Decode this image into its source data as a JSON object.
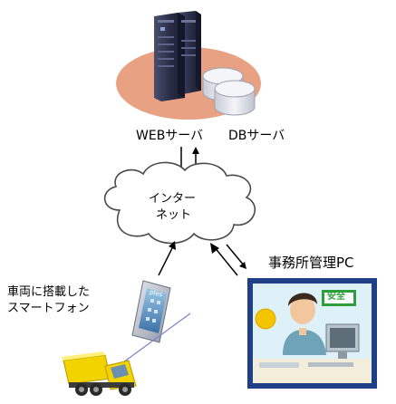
{
  "labels": {
    "web_server": "WEBサーバ",
    "db_server": "DBサーバ",
    "internet_line1": "インター",
    "internet_line2": "ネット",
    "office_pc": "事務所管理PC",
    "smartphone_line1": "車両に搭載した",
    "smartphone_line2": "スマートフォン",
    "safety_sign": "安全",
    "phone_logo": "ples"
  },
  "colors": {
    "server_platform": "#E8A182",
    "db_cylinder": "#E6E8EE",
    "rack": "#2A2E47",
    "cloud_fill": "#FFFFFF",
    "monitor_frame": "#1F3F86",
    "monitor_screen": "#DFF1F8",
    "truck": "#F2D300",
    "safety_sign": "#2F9E3C"
  },
  "icons": {
    "server": "server-rack-icon",
    "database": "database-icon",
    "cloud": "cloud-icon",
    "phone": "smartphone-icon",
    "truck": "dump-truck-icon",
    "pc": "office-pc-icon"
  }
}
